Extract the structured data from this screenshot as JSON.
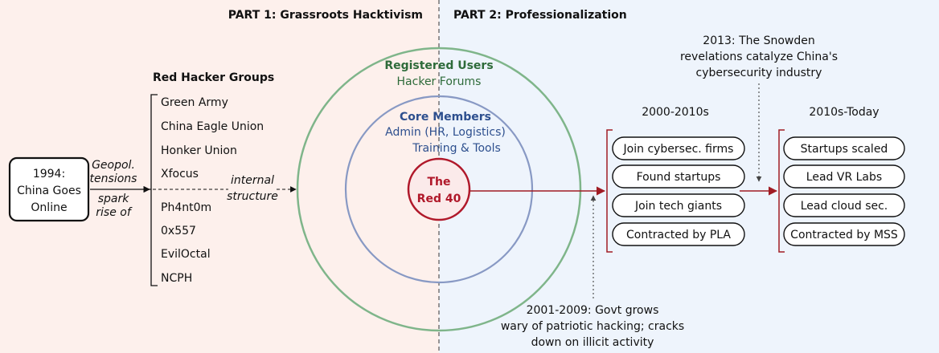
{
  "parts": {
    "part1": "PART 1: Grassroots Hacktivism",
    "part2": "PART 2: Professionalization"
  },
  "origin_box": {
    "lines": [
      "1994:",
      "China Goes",
      "Online"
    ]
  },
  "spark_label": {
    "lines": [
      "Geopol.",
      "tensions",
      "spark",
      "rise of"
    ]
  },
  "internal_label": {
    "lines": [
      "internal",
      "structure"
    ]
  },
  "groups": {
    "title": "Red Hacker Groups",
    "items": [
      "Green Army",
      "China Eagle Union",
      "Honker Union",
      "Xfocus",
      "Ph4nt0m",
      "0x557",
      "EvilOctal",
      "NCPH"
    ]
  },
  "circles": {
    "outer_title": "Registered Users",
    "outer_sub": "Hacker Forums",
    "middle_title": "Core Members",
    "middle_sub1": "Admin (HR, Logistics)",
    "middle_sub2": "Training & Tools",
    "center_line1": "The",
    "center_line2": "Red 40"
  },
  "era1": {
    "title": "2000-2010s",
    "items": [
      "Join cybersec. firms",
      "Found startups",
      "Join tech giants",
      "Contracted by PLA"
    ]
  },
  "era2": {
    "title": "2010s-Today",
    "items": [
      "Startups scaled",
      "Lead VR Labs",
      "Lead cloud sec.",
      "Contracted by MSS"
    ]
  },
  "snowden_note": {
    "lines": [
      "2013: The Snowden",
      "revelations catalyze China's",
      "cybersecurity industry"
    ]
  },
  "govt_note": {
    "lines": [
      "2001-2009: Govt grows",
      "wary of patriotic hacking; cracks",
      "down on illicit activity"
    ]
  },
  "colors": {
    "part1_bg": "#fdf0ec",
    "part2_bg": "#eef4fc",
    "green": "#2e6b3a",
    "green_ring": "#7fb58a",
    "blue": "#2d4f8e",
    "blue_ring": "#8899c4",
    "red": "#b0182a",
    "red_fill": "#fbeaea",
    "red_arrow": "#a01c24"
  }
}
